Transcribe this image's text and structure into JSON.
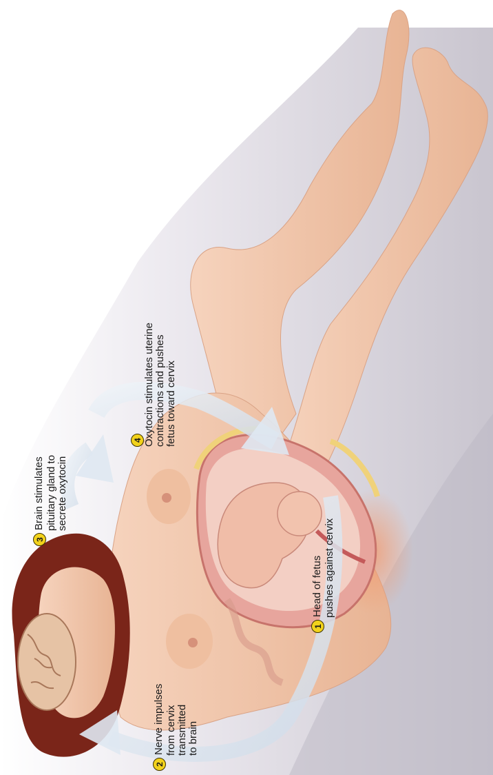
{
  "steps": [
    {
      "number": "1",
      "lines": [
        "Head of fetus",
        "pushes against cervix"
      ]
    },
    {
      "number": "2",
      "lines": [
        "Nerve impulses",
        "from cervix",
        "transmitted",
        "to brain"
      ]
    },
    {
      "number": "3",
      "lines": [
        "Brain stimulates",
        "pituitary gland to",
        "secrete oxytocin"
      ]
    },
    {
      "number": "4",
      "lines": [
        "Oxytocin stimulates uterine",
        "contractions and pushes",
        "fetus toward cervix"
      ]
    }
  ],
  "colors": {
    "badge": "#f2d21b",
    "arrow": "#dfe8f2",
    "backdrop": "#cfcbd4",
    "skin": "#f0c4a8",
    "hair": "#6b2016",
    "uterus": "#e49a94"
  }
}
